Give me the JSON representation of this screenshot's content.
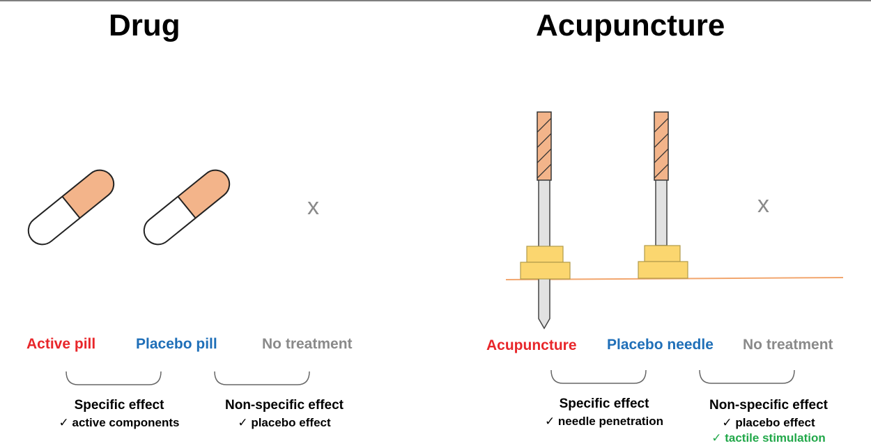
{
  "colors": {
    "red": "#e8262a",
    "blue": "#1f6fb8",
    "gray": "#8a8a8a",
    "green": "#22a84a",
    "pill_fill": "#f3b48a",
    "pad_fill": "#fbd66f",
    "skin_line": "#f2a66e"
  },
  "drug": {
    "title": "Drug",
    "labels": {
      "active": "Active pill",
      "placebo": "Placebo pill",
      "none": "No treatment"
    },
    "no_treatment_mark": "x",
    "specific": {
      "heading": "Specific effect",
      "items": [
        "✓ active components"
      ]
    },
    "nonspecific": {
      "heading": "Non-specific effect",
      "items": [
        "✓ placebo effect"
      ]
    }
  },
  "acupuncture": {
    "title": "Acupuncture",
    "labels": {
      "active": "Acupuncture",
      "placebo": "Placebo needle",
      "none": "No treatment"
    },
    "no_treatment_mark": "x",
    "specific": {
      "heading": "Specific effect",
      "items": [
        "✓ needle penetration"
      ]
    },
    "nonspecific": {
      "heading": "Non-specific effect",
      "items": [
        "✓ placebo effect",
        "✓ tactile stimulation"
      ]
    }
  }
}
